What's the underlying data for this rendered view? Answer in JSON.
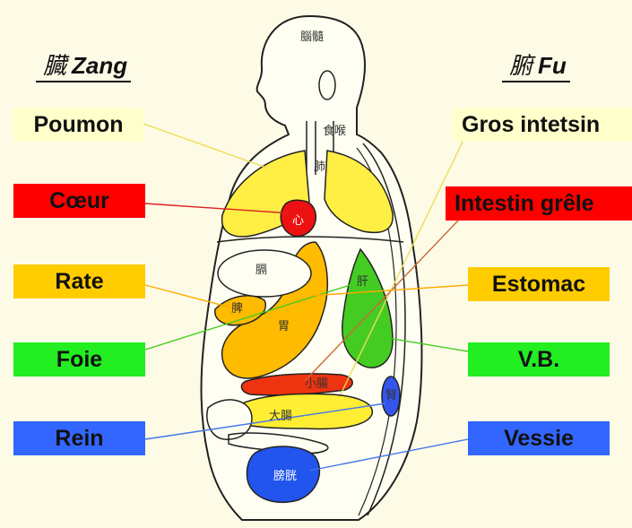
{
  "headings": {
    "zang": {
      "cjk": "臓",
      "latin": "Zang"
    },
    "fu": {
      "cjk": "腑",
      "latin": "Fu"
    }
  },
  "zang_labels": [
    {
      "key": "poumon",
      "text": "Poumon",
      "bg": "#ffffcc",
      "fg": "#111111"
    },
    {
      "key": "coeur",
      "text": "Cœur",
      "bg": "#ff0000",
      "fg": "#111111"
    },
    {
      "key": "rate",
      "text": "Rate",
      "bg": "#ffcc00",
      "fg": "#111111"
    },
    {
      "key": "foie",
      "text": "Foie",
      "bg": "#22ee22",
      "fg": "#111111"
    },
    {
      "key": "rein",
      "text": "Rein",
      "bg": "#3366ff",
      "fg": "#111111"
    }
  ],
  "fu_labels": [
    {
      "key": "gros-intestin",
      "text": "Gros intetsin",
      "bg": "#ffffcc",
      "fg": "#111111"
    },
    {
      "key": "intestin-grele",
      "text": "Intestin grêle",
      "bg": "#ff0000",
      "fg": "#111111"
    },
    {
      "key": "estomac",
      "text": "Estomac",
      "bg": "#ffcc00",
      "fg": "#111111"
    },
    {
      "key": "vb",
      "text": "V.B.",
      "bg": "#22ee22",
      "fg": "#111111"
    },
    {
      "key": "vessie",
      "text": "Vessie",
      "bg": "#3366ff",
      "fg": "#111111"
    }
  ],
  "organ_chars": {
    "brain": "腦髓",
    "throat": "食喉",
    "lung": "肺",
    "heart": "心",
    "diaphragm": "膈",
    "stomach": "胃",
    "liver": "肝",
    "spleen": "脾",
    "kidney": "腎",
    "large_intestine": "大腸",
    "small_intestine": "小腸",
    "bladder": "膀胱"
  },
  "colors": {
    "background": "#fdfbe6",
    "outline": "#222222",
    "lung": "#ffee44",
    "heart": "#ee1111",
    "stomach": "#ffbb00",
    "liver": "#44cc22",
    "intestine_small": "#ee3311",
    "intestine_large": "#ffee33",
    "kidney": "#3355ee",
    "bladder": "#2255ee"
  }
}
